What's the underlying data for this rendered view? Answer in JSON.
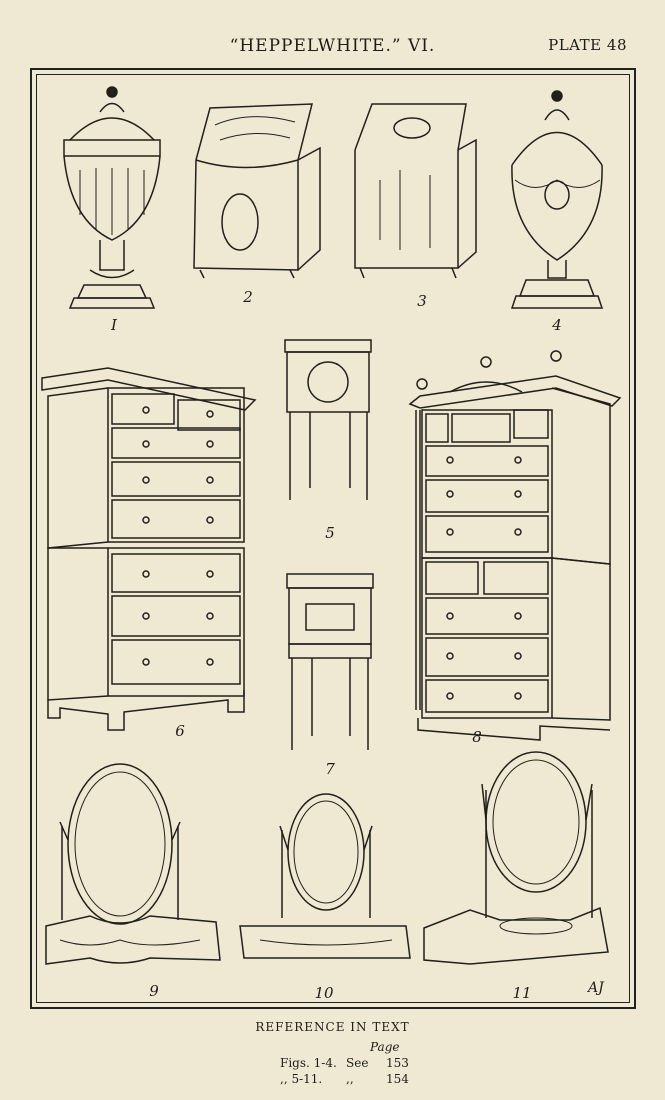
{
  "header": {
    "title": "“HEPPELWHITE.” VI.",
    "plate": "PLATE 48"
  },
  "figures": [
    {
      "number": "I",
      "subject": "urn-with-lid"
    },
    {
      "number": "2",
      "subject": "knife-box-serpentine"
    },
    {
      "number": "3",
      "subject": "knife-box-shaped"
    },
    {
      "number": "4",
      "subject": "urn-with-swags"
    },
    {
      "number": "5",
      "subject": "pot-cupboard"
    },
    {
      "number": "6",
      "subject": "chest-on-chest"
    },
    {
      "number": "7",
      "subject": "night-table"
    },
    {
      "number": "8",
      "subject": "tallboy-with-urn-finials"
    },
    {
      "number": "9",
      "subject": "toilet-mirror-oval"
    },
    {
      "number": "10",
      "subject": "toilet-mirror-small"
    },
    {
      "number": "11",
      "subject": "toilet-mirror-large"
    }
  ],
  "reference": {
    "heading": "REFERENCE IN TEXT",
    "page_label": "Page",
    "rows": [
      {
        "figs": "Figs. 1-4.",
        "see": "See",
        "page": "153"
      },
      {
        "figs": ",,  5-11.",
        "see": ",,",
        "page": "154"
      }
    ]
  },
  "monogram": "AJ"
}
